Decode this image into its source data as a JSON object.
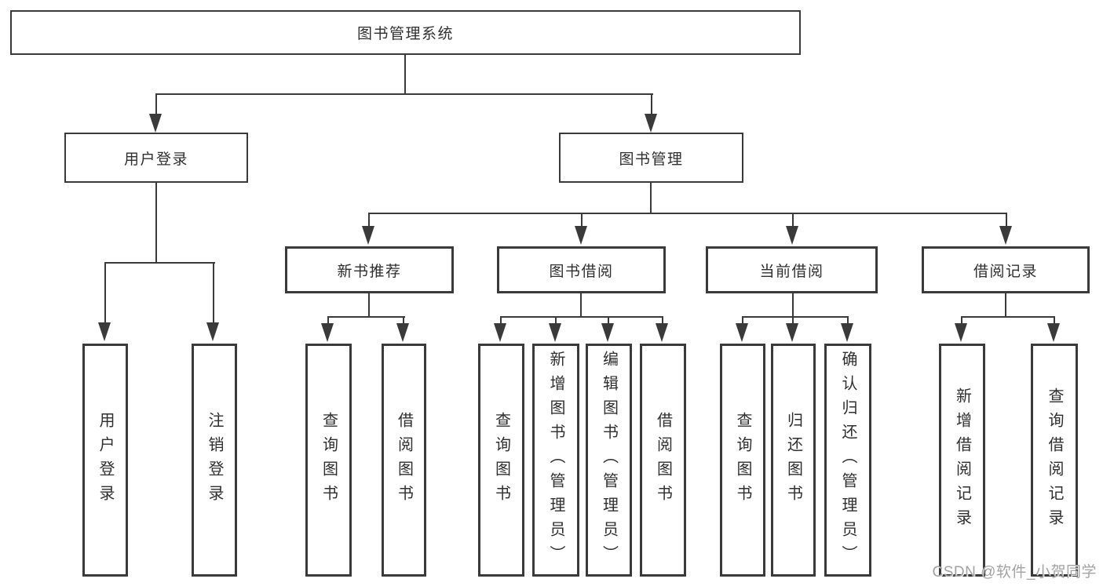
{
  "nodes": {
    "root": {
      "label": "图书管理系统"
    },
    "user_login": {
      "label": "用户登录"
    },
    "book_management": {
      "label": "图书管理"
    },
    "new_book_recommend": {
      "label": "新书推荐"
    },
    "book_borrowing": {
      "label": "图书借阅"
    },
    "current_borrowing": {
      "label": "当前借阅"
    },
    "borrowing_records": {
      "label": "借阅记录"
    },
    "login_leaf": {
      "label": "用户登录"
    },
    "logout_leaf": {
      "label": "注销登录"
    },
    "nbr_query_books": {
      "label": "查询图书"
    },
    "nbr_borrow_books": {
      "label": "借阅图书"
    },
    "bb_query_books": {
      "label": "查询图书"
    },
    "bb_add_books": {
      "label": "新增图书（管理员）"
    },
    "bb_edit_books": {
      "label": "编辑图书（管理员）"
    },
    "bb_borrow_books": {
      "label": "借阅图书"
    },
    "cb_query_books": {
      "label": "查询图书"
    },
    "cb_return_books": {
      "label": "归还图书"
    },
    "cb_confirm_return": {
      "label": "确认归还（管理员）"
    },
    "br_add_record": {
      "label": "新增借阅记录"
    },
    "br_query_record": {
      "label": "查询借阅记录"
    }
  },
  "watermark": {
    "text": "CSDN @软件_小贺同学"
  },
  "colors": {
    "line": "#3a3a3a",
    "text": "#2f2f2f",
    "watermark": "#a3a3a3",
    "background": "#ffffff"
  }
}
